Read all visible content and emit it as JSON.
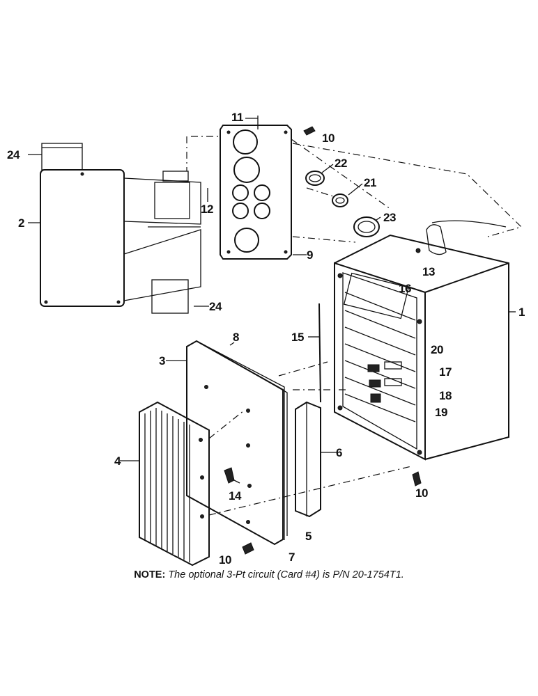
{
  "callouts": {
    "c1": "1",
    "c2": "2",
    "c3": "3",
    "c4": "4",
    "c5": "5",
    "c6": "6",
    "c7": "7",
    "c8": "8",
    "c9": "9",
    "c10a": "10",
    "c10b": "10",
    "c10c": "10",
    "c11": "11",
    "c12": "12",
    "c13": "13",
    "c14": "14",
    "c15": "15",
    "c16": "16",
    "c17": "17",
    "c18": "18",
    "c19": "19",
    "c20": "20",
    "c21": "21",
    "c22": "22",
    "c23": "23",
    "c24a": "24",
    "c24b": "24"
  },
  "note": {
    "label": "NOTE:",
    "text": " The optional 3-Pt circuit (Card #4) is P/N 20-1754T1."
  }
}
